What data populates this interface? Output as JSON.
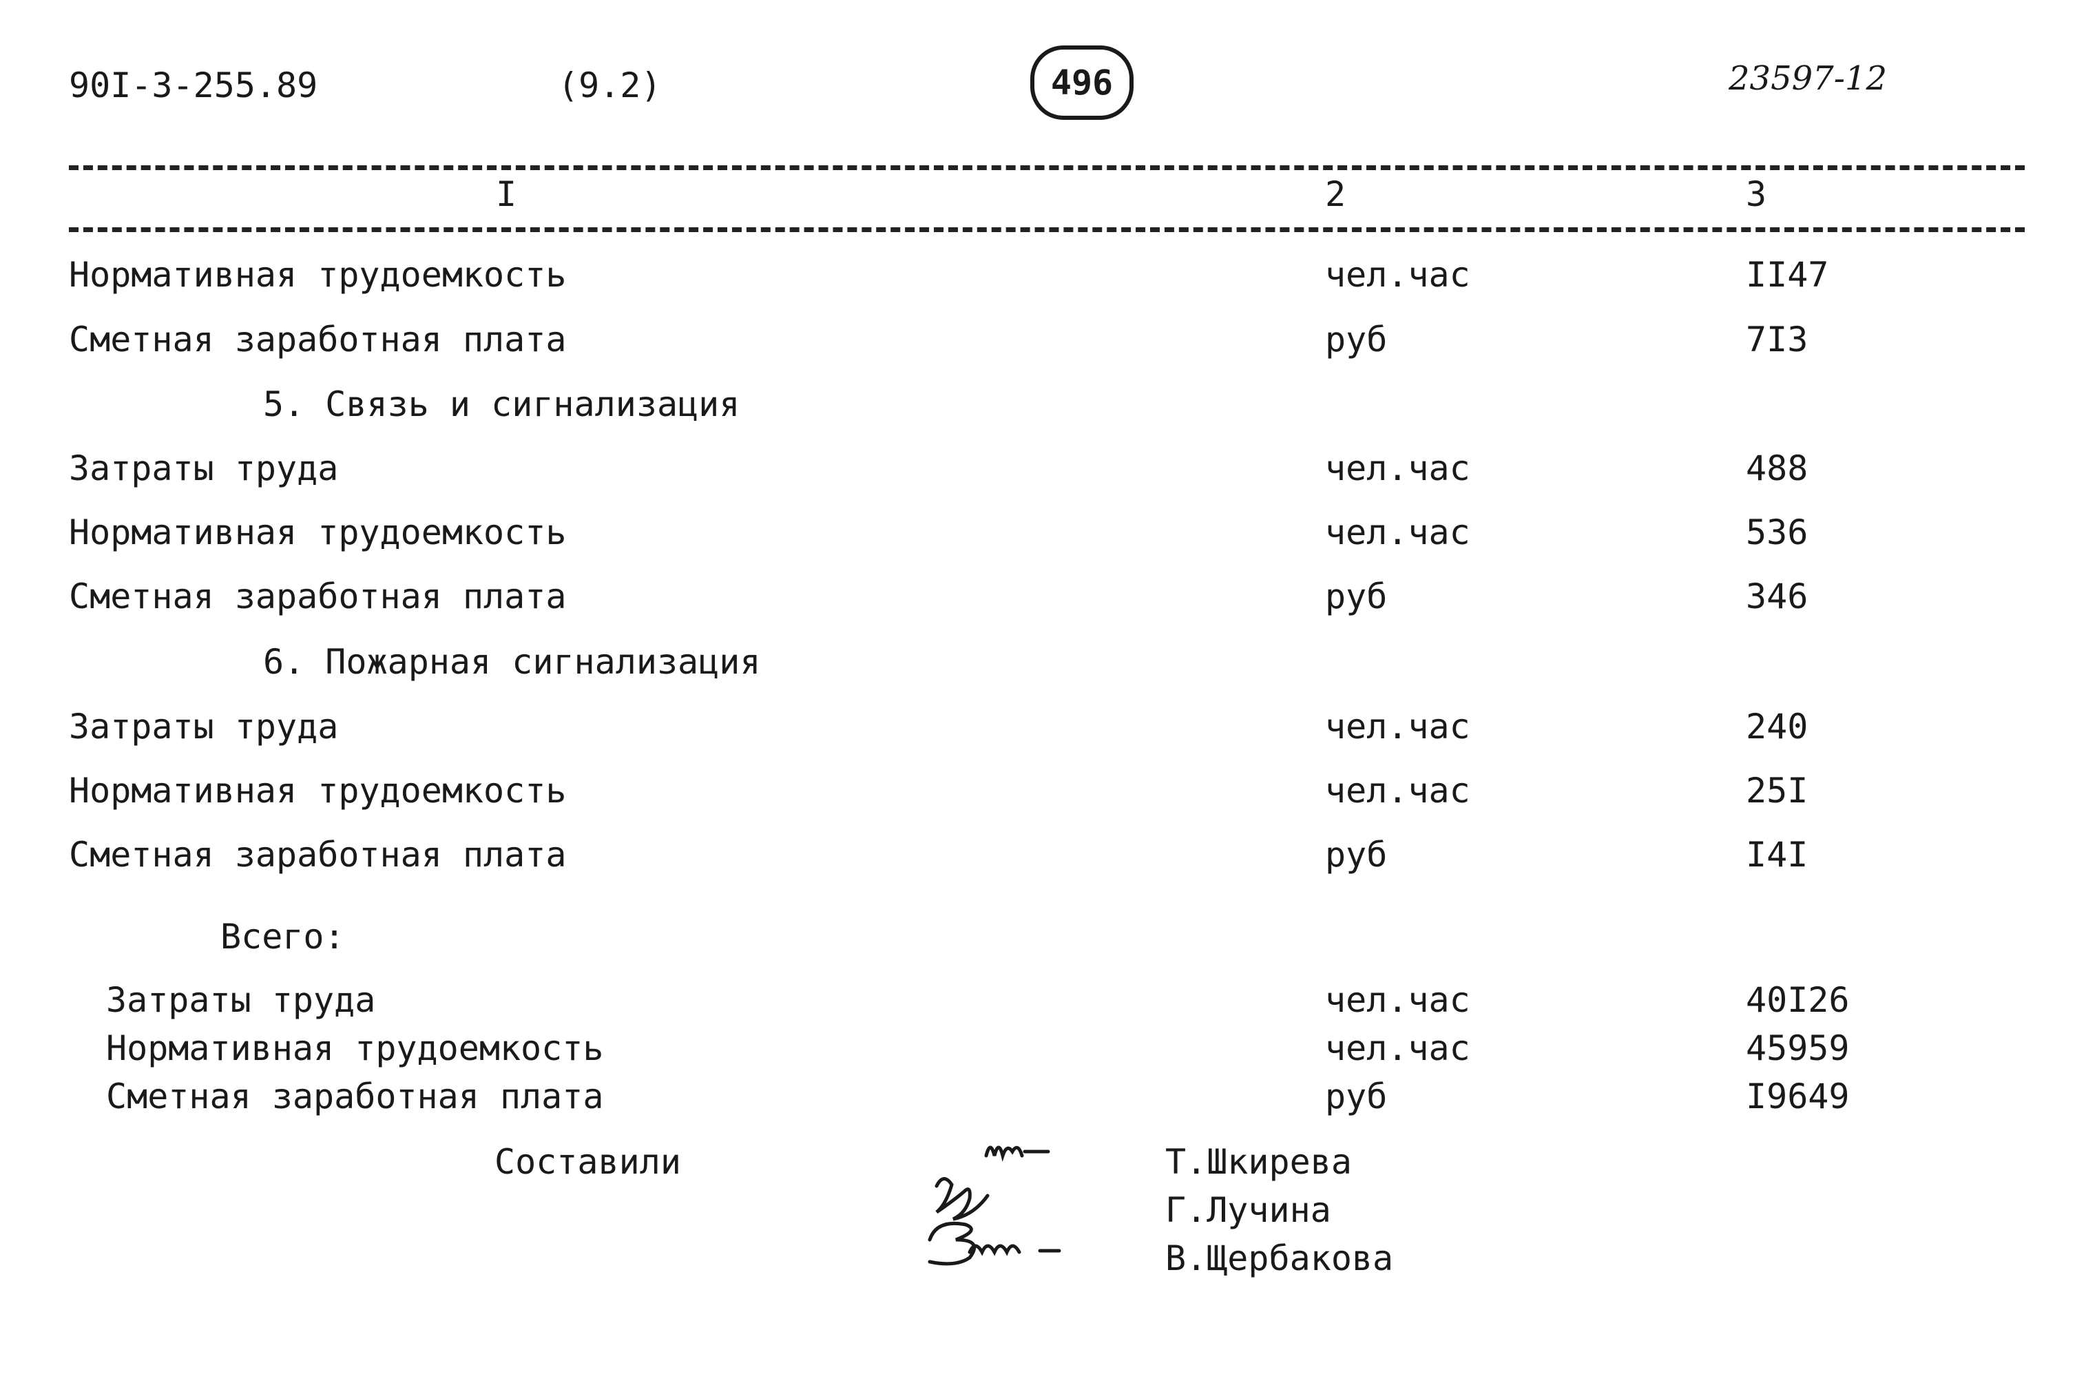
{
  "header": {
    "doc_code": "90I-3-255.89",
    "section": "(9.2)",
    "page_number": "496",
    "archive_number": "23597-12"
  },
  "table": {
    "columns": [
      "I",
      "2",
      "3"
    ],
    "rows": [
      {
        "label": "Нормативная трудоемкость",
        "unit": "чел.час",
        "value": "II47"
      },
      {
        "label": "Сметная заработная плата",
        "unit": "руб",
        "value": "7I3"
      },
      {
        "heading": "5. Связь и сигнализация"
      },
      {
        "label": "Затраты труда",
        "unit": "чел.час",
        "value": "488"
      },
      {
        "label": "Нормативная трудоемкость",
        "unit": "чел.час",
        "value": "536"
      },
      {
        "label": "Сметная заработная плата",
        "unit": "руб",
        "value": "346"
      },
      {
        "heading": "6. Пожарная сигнализация"
      },
      {
        "label": "Затраты труда",
        "unit": "чел.час",
        "value": "240"
      },
      {
        "label": "Нормативная трудоемкость",
        "unit": "чел.час",
        "value": "25I"
      },
      {
        "label": "Сметная заработная плата",
        "unit": "руб",
        "value": "I4I"
      }
    ]
  },
  "total": {
    "heading": "Всего:",
    "rows": [
      {
        "label": "Затраты труда",
        "unit": "чел.час",
        "value": "40I26"
      },
      {
        "label": "Нормативная трудоемкость",
        "unit": "чел.час",
        "value": "45959"
      },
      {
        "label": "Сметная заработная плата",
        "unit": "руб",
        "value": "I9649"
      }
    ]
  },
  "compiled": {
    "label": "Составили",
    "names": [
      "Т.Шкирева",
      "Г.Лучина",
      "В.Щербакова"
    ]
  }
}
